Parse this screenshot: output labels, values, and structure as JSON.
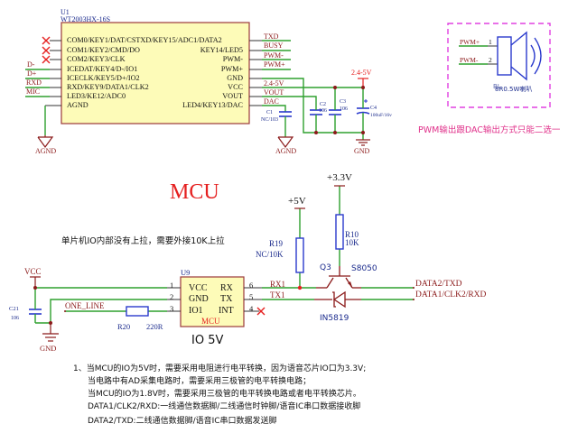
{
  "u1": {
    "ref": "U1",
    "part": "WT2003HX-16S",
    "left_pins": [
      "COM0/KEY1/DAT/CSTXD/KEY15/ADC1/DATA2",
      "COM1/KEY2/CMD/DO",
      "COM2/KEY3/CLK",
      "ICEDAT/KEY4/D-/IO1",
      "ICECLK/KEY5/D+/IO2",
      "RXD/KEY9/DATA1/CLK2",
      "LED3/KE12/ADC0",
      "AGND"
    ],
    "right_pins": [
      "",
      "KEY14/LED5",
      "PWM-",
      "PWM+",
      "GND",
      "VCC",
      "VOUT",
      "LED4/KEY13/DAC"
    ],
    "left_nets": [
      "D-",
      "D+",
      "RXD",
      "MIC"
    ],
    "right_nets": [
      "TXD",
      "BUSY",
      "PWM-",
      "PWM+",
      "2.4-5V",
      "VOUT",
      "DAC"
    ],
    "agnd_label": "AGND"
  },
  "caps": {
    "c1_ref": "C1",
    "c1_val": "NC/103",
    "c2_ref": "C2",
    "c2_val": "106",
    "c3_ref": "C3",
    "c3_val": "106",
    "c4_ref": "C4",
    "c4_val": "100uF/16v",
    "power_label": "2.4-5V",
    "gnd_label": "GND",
    "agnd_label": "AGND"
  },
  "speaker": {
    "pin1_net": "PWM+",
    "pin1_num": "1",
    "pin2_net": "PWM-",
    "pin2_num": "2",
    "ref": "BL",
    "value": "8R0.5W喇叭",
    "note": "PWM输出跟DAC输出方式只能二选一"
  },
  "mcu": {
    "title": "MCU",
    "pullup_note": "单片机IO内部没有上拉，需要外接10K上拉",
    "u9_ref": "U9",
    "u9_name": "MCU",
    "pins_left": [
      "VCC",
      "GND",
      "IO1"
    ],
    "pins_right": [
      "RX",
      "TX",
      "INT"
    ],
    "pin_nums_left": [
      "1",
      "2",
      "3"
    ],
    "pin_nums_right": [
      "6",
      "5",
      "4"
    ],
    "io_label": "IO 5V",
    "vcc_label": "VCC",
    "gnd_label": "GND",
    "c21_ref": "C21",
    "c21_val": "106",
    "one_line": "ONE_LINE",
    "r20_ref": "R20",
    "r20_val": "220R",
    "rx1": "RX1",
    "tx1": "TX1"
  },
  "level_shift": {
    "plus5v": "+5V",
    "plus33v": "+3.3V",
    "r19_ref": "R19",
    "r19_val": "NC/10K",
    "r10_ref": "R10",
    "r10_val": "10K",
    "q3_ref": "Q3",
    "q3_val": "S8050",
    "diode": "IN5819",
    "data2": "DATA2/TXD",
    "data1": "DATA1/CLK2/RXD"
  },
  "notes": [
    "1、当MCU的IO为5V时，需要采用电阻进行电平转换，因为语音芯片IO口为3.3V;",
    "当电路中有AD采集电路时，需要采用三极管的电平转换电路；",
    "当MCU的IO为1.8V时，需要采用三极管的电平转换电路或者电平转换芯片。",
    "DATA1/CLK2/RXD:一线通信数据脚/二线通信时钟脚/语音IC串口数据接收脚",
    "DATA2/TXD:二线通信数据脚/语音IC串口数据发送脚"
  ]
}
